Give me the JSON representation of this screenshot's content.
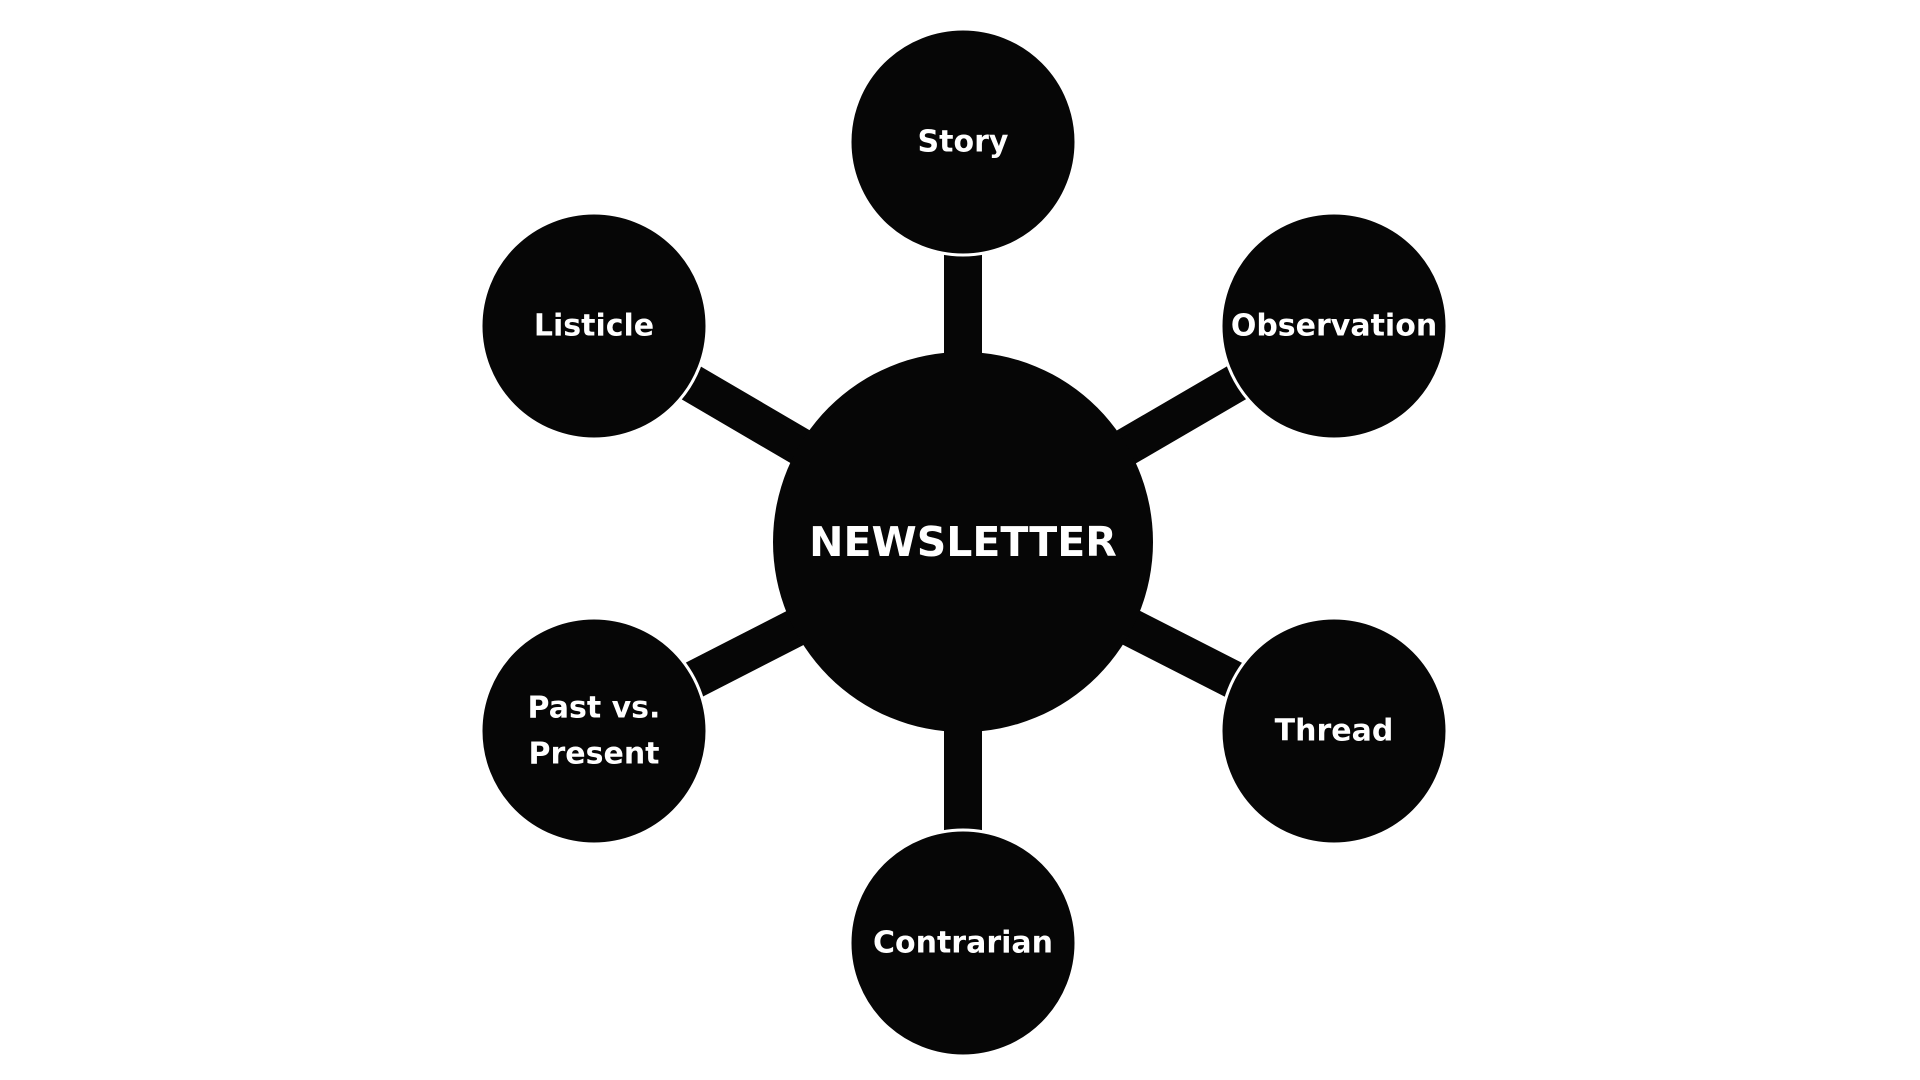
{
  "colors": {
    "background": "#ffffff",
    "node_fill": "#060606",
    "connector": "#060606",
    "text": "#ffffff"
  },
  "hub": {
    "label": "NEWSLETTER"
  },
  "spokes": [
    {
      "id": "story",
      "lines": [
        "Story"
      ]
    },
    {
      "id": "observation",
      "lines": [
        "Observation"
      ]
    },
    {
      "id": "thread",
      "lines": [
        "Thread"
      ]
    },
    {
      "id": "contrarian",
      "lines": [
        "Contrarian"
      ]
    },
    {
      "id": "past-vs-present",
      "lines": [
        "Past vs.",
        "Present"
      ]
    },
    {
      "id": "listicle",
      "lines": [
        "Listicle"
      ]
    }
  ]
}
